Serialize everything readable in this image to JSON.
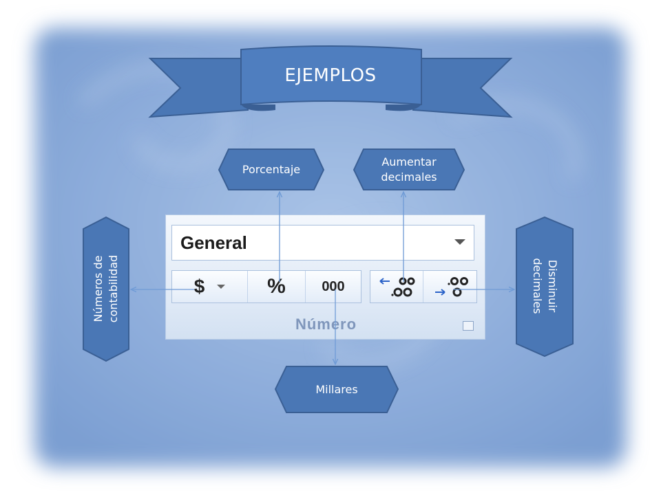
{
  "banner": {
    "title": "EJEMPLOS"
  },
  "labels": {
    "porcentaje": "Porcentaje",
    "aumentar": [
      "Aumentar",
      "decimales"
    ],
    "numeros": [
      "Números de",
      "contabilidad"
    ],
    "disminuir": [
      "Disminuir",
      "decimales"
    ],
    "millares": "Millares"
  },
  "ribbon": {
    "format_value": "General",
    "buttons": {
      "currency": "$",
      "percent": "%",
      "thousands": "000",
      "increase_decimal": ",0← ,00",
      "decrease_decimal": ",00 →,0"
    },
    "group_label": "Número"
  },
  "colors": {
    "shape_fill": "#4a77b5",
    "shape_stroke": "#3a5f94",
    "background": "#8fb0dc",
    "connector": "#6f9bd6"
  }
}
